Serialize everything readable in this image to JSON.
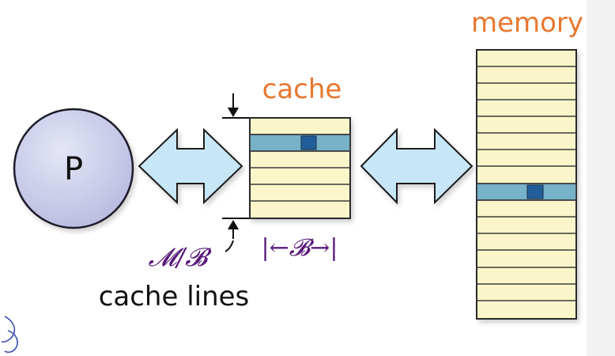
{
  "diagram": {
    "processor_label": "P",
    "cache_title": "cache",
    "memory_title": "memory",
    "cache_size_label": "𝓜/𝓑",
    "cache_lines_caption": "cache lines",
    "line_width_label": "|←𝓑→|"
  },
  "colors": {
    "processor_fill": "#cfd0ea",
    "arrow_fill": "#c7e7f8",
    "row_fill": "#fbf6c9",
    "highlight_row": "#77b2c9",
    "highlight_block": "#205e9a",
    "title_color": "#e8772e",
    "math_color": "#5a1a7a"
  }
}
